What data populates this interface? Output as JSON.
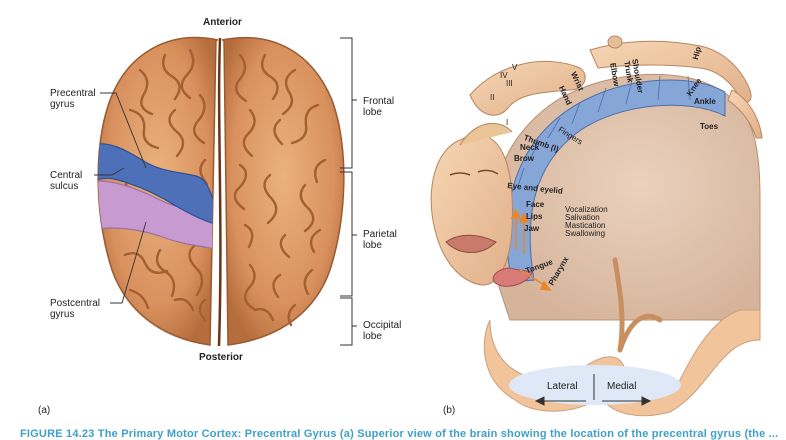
{
  "panel_a": {
    "letter": "(a)",
    "top_label": "Anterior",
    "bottom_label": "Posterior",
    "left_labels": {
      "precentral_1": "Precentral",
      "precentral_2": "gyrus",
      "central_1": "Central",
      "central_2": "sulcus",
      "postcentral_1": "Postcentral",
      "postcentral_2": "gyrus"
    },
    "right_labels": {
      "frontal_1": "Frontal",
      "frontal_2": "lobe",
      "parietal_1": "Parietal",
      "parietal_2": "lobe",
      "occipital_1": "Occipital",
      "occipital_2": "lobe"
    }
  },
  "panel_b": {
    "letter": "(b)",
    "digits": [
      "V",
      "IV",
      "III",
      "II",
      "I"
    ],
    "body_parts": {
      "trunk": "Trunk",
      "hip": "Hip",
      "knee": "Knee",
      "shoulder": "Shoulder",
      "elbow": "Elbow",
      "wrist": "Wrist",
      "hand": "Hand",
      "ankle": "Ankle",
      "toes": "Toes",
      "fingers": "Fingers",
      "thumb": "Thumb (I)",
      "neck": "Neck",
      "brow": "Brow",
      "eye": "Eye and eyelid",
      "face": "Face",
      "lips": "Lips",
      "jaw": "Jaw",
      "tongue": "Tongue",
      "pharynx": "Pharynx"
    },
    "functions": [
      "Vocalization",
      "Salivation",
      "Mastication",
      "Swallowing"
    ],
    "axis": {
      "lateral": "Lateral",
      "medial": "Medial"
    }
  },
  "caption": "FIGURE 14.23  The Primary Motor Cortex: Precentral Gyrus  (a) Superior view of the brain showing the location of the precentral gyrus (the ...",
  "colors": {
    "brain": "#d9915e",
    "precentral": "#4d70b8",
    "postcentral": "#c79bd0",
    "motor_strip": "#86a6d8",
    "cortex_fill": "#e2c4ad",
    "tissue": "#f2c49b",
    "caption": "#3ea0c8"
  }
}
